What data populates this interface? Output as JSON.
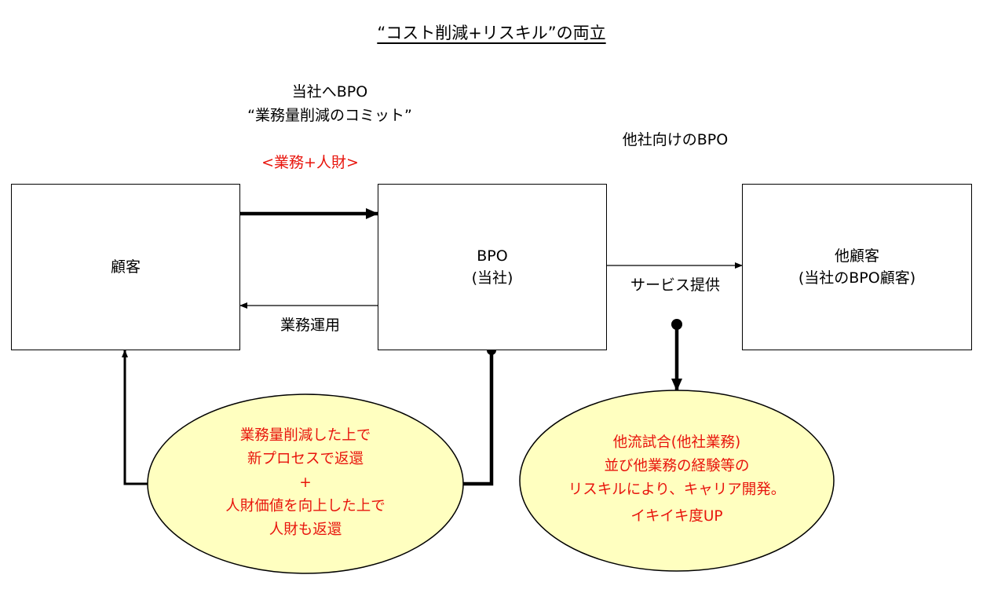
{
  "title": "“コスト削減+リスキル”の両立",
  "labels": {
    "bpo_to_company_line1": "当社へBPO",
    "bpo_to_company_line2": "“業務量削減のコミット”",
    "transfer": "<業務+人財>",
    "operations": "業務運用",
    "bpo_for_others": "他社向けのBPO",
    "service": "サービス提供"
  },
  "boxes": {
    "customer": "顧客",
    "bpo_line1": "BPO",
    "bpo_line2": "(当社)",
    "other_line1": "他顧客",
    "other_line2": "(当社のBPO顧客)"
  },
  "ellipses": {
    "left": [
      "業務量削減した上で",
      "新プロセスで返還",
      "+",
      "人財価値を向上した上で",
      "人財も返還"
    ],
    "right": [
      "他流試合(他社業務)",
      "並び他業務の経験等の",
      "リスキルにより、キャリア開発。",
      "イキイキ度UP"
    ]
  },
  "colors": {
    "red_text": "#e8140c",
    "ellipse_fill": "#ffffc0"
  }
}
